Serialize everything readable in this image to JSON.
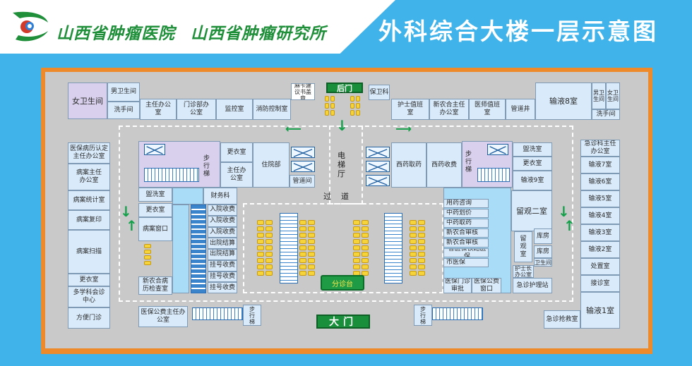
{
  "header": {
    "hospital_name": "山西省肿瘤医院",
    "institute_name": "山西省肿瘤研究所",
    "title": "外科综合大楼一层示意图"
  },
  "colors": {
    "brand_green": "#1f8f3a",
    "frame_orange": "#ee8a29",
    "background_blue": "#3fb3ea",
    "arrow_green": "#14a04a"
  },
  "rooms": {
    "female_toilet": "女卫生间",
    "male_toilet_left": "男卫生间",
    "washroom_left": "洗手间",
    "director_office": "主任办公室",
    "clinic_office": "门诊部办公室",
    "monitor_room": "监控室",
    "fire_control": "消防控制室",
    "card_suggestion": "麻卡建议书盖章",
    "back_gate": "后门",
    "security": "保卫科",
    "nurse_station": "护士值班室",
    "ncms_director": "新农合主任办公室",
    "doctor_duty": "医师值班室",
    "pipe_well": "管道井",
    "infusion8": "输液8室",
    "male_toilet_right": "男卫生间",
    "female_toilet_right": "女卫生间",
    "washroom_right": "洗手间",
    "medicare_cert": "医保病历认定主任办公室",
    "records_director": "病案主任办公室",
    "records_stats": "病案统计室",
    "records_copy": "病案复印",
    "records_scan": "病案扫描",
    "changing_left": "更衣室",
    "mdt_center": "多学科会诊中心",
    "convenience_clinic": "方便门诊",
    "stair_left": "步行梯",
    "changing_center": "更衣室",
    "director_center": "主任办公室",
    "inpatient_dept": "住院部",
    "pipe_room": "管道间",
    "elevator_hall": "电梯厅",
    "corridor": "过道",
    "western_pickup": "西药取药",
    "western_pay": "西药收费",
    "stair_right": "步行梯",
    "laundry_right1": "盥洗室",
    "changing_right": "更衣室",
    "infusion9": "输液9室",
    "observation2": "留观二室",
    "observation": "留观室",
    "storage1": "库房",
    "storage2": "库房",
    "toilet_small": "卫生间",
    "head_nurse": "护士长办公室",
    "emergency_nurse": "急诊护理站",
    "laundry_left": "盥洗室",
    "finance": "财务科",
    "changing_left2": "更衣室",
    "records_window": "病案窗口",
    "ncms_review": "新农合病历检查室",
    "medicare_director": "医保公费主任办公室",
    "emergency_director": "急诊科主任办公室",
    "infusion7": "输液7室",
    "infusion6": "输液6室",
    "infusion5": "输液5室",
    "infusion4": "输液4室",
    "infusion3": "输液3室",
    "infusion2": "输液2室",
    "treatment": "处置室",
    "reception": "接诊室",
    "infusion1": "输液1室",
    "rescue": "急诊抢救室",
    "front_gate": "大门",
    "triage": "分诊台",
    "stair_bottom_left": "步行梯",
    "stair_bottom_right": "步行梯"
  },
  "cashier_windows": [
    "入院收费",
    "入院收费",
    "入院收费",
    "出院结算",
    "出院结算",
    "挂号收费",
    "挂号收费",
    "挂号收费"
  ],
  "pharmacy_windows": [
    "用药咨询",
    "中药划价",
    "中药取药",
    "新农合审核",
    "新农合审核",
    "省医保铁路医保",
    "市医保",
    "医保门诊审批",
    "医保公费窗口"
  ]
}
